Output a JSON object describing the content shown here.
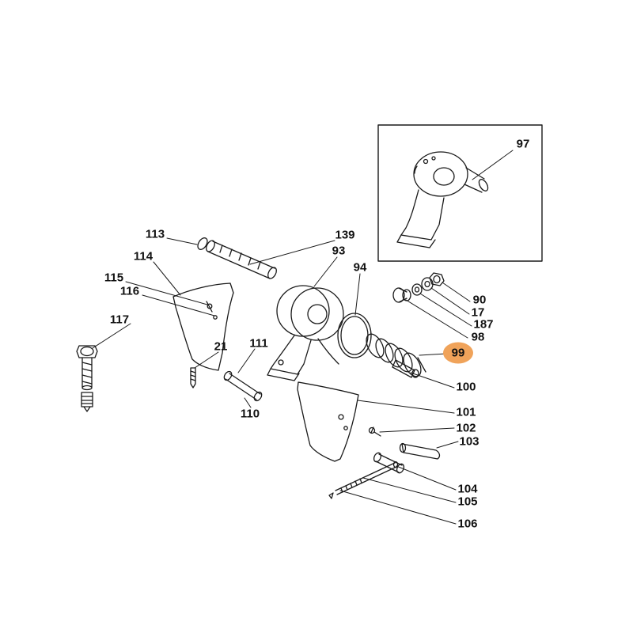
{
  "diagram": {
    "type": "exploded-parts-diagram",
    "background_color": "#ffffff",
    "line_color": "#1a1a1a",
    "highlight": {
      "part": "99",
      "color": "#F0A35A",
      "shape": "ellipse"
    },
    "inset_box": {
      "part": "97"
    },
    "labels": [
      {
        "part": "97"
      },
      {
        "part": "113"
      },
      {
        "part": "139"
      },
      {
        "part": "93"
      },
      {
        "part": "114"
      },
      {
        "part": "94"
      },
      {
        "part": "115"
      },
      {
        "part": "116"
      },
      {
        "part": "90"
      },
      {
        "part": "17"
      },
      {
        "part": "117"
      },
      {
        "part": "187"
      },
      {
        "part": "98"
      },
      {
        "part": "21"
      },
      {
        "part": "111"
      },
      {
        "part": "99"
      },
      {
        "part": "100"
      },
      {
        "part": "110"
      },
      {
        "part": "101"
      },
      {
        "part": "102"
      },
      {
        "part": "103"
      },
      {
        "part": "104"
      },
      {
        "part": "105"
      },
      {
        "part": "106"
      }
    ]
  }
}
